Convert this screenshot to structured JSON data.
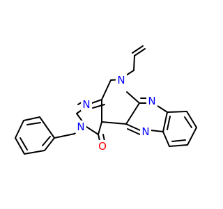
{
  "molecule": {
    "atoms": [
      {
        "id": "N1",
        "label": "N",
        "color": "#0000ff"
      },
      {
        "id": "N3",
        "label": "N",
        "color": "#0000ff"
      },
      {
        "id": "N9",
        "label": "N",
        "color": "#0000ff"
      },
      {
        "id": "N10",
        "label": "N",
        "color": "#0000ff"
      },
      {
        "id": "N11",
        "label": "N",
        "color": "#0000ff"
      },
      {
        "id": "O",
        "label": "O",
        "color": "#ff0000"
      }
    ]
  }
}
